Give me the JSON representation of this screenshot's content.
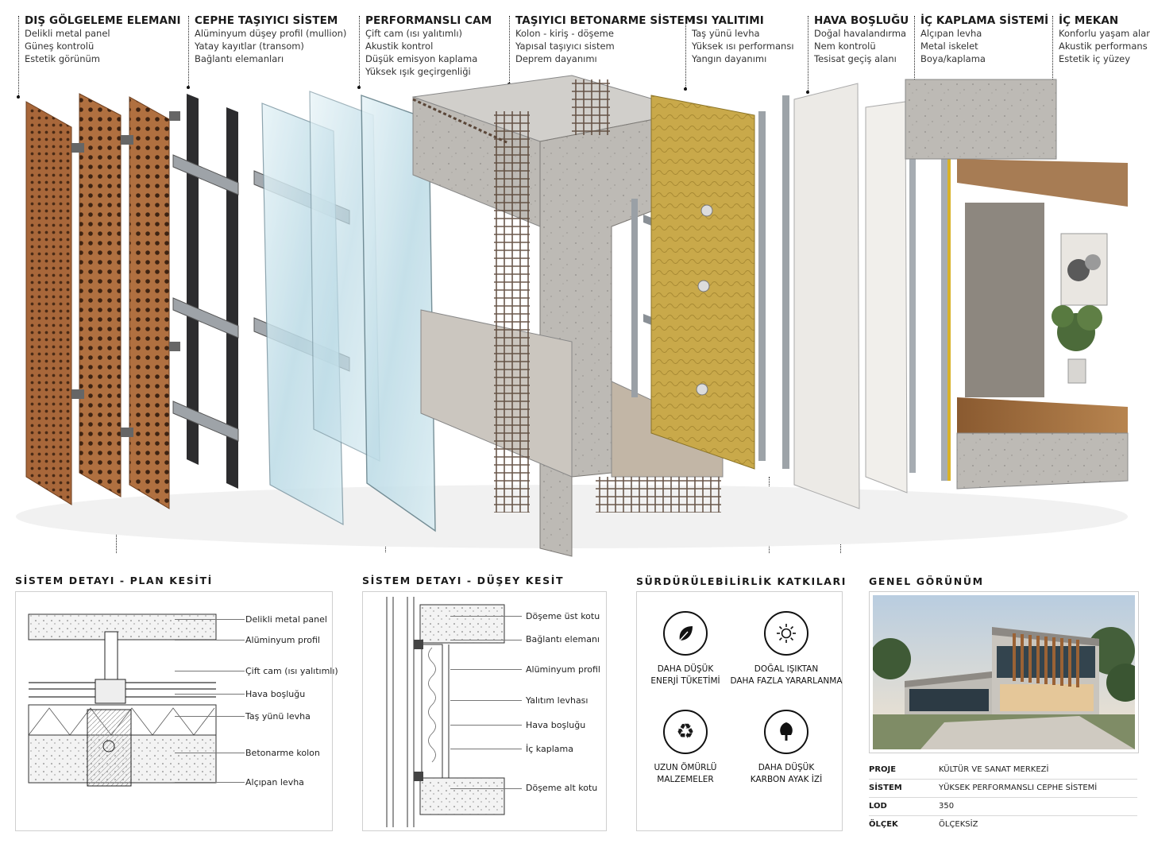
{
  "layers": [
    {
      "title": "DIŞ GÖLGELEME ELEMANI",
      "lines": [
        "Delikli metal panel",
        "Güneş kontrolü",
        "Estetik görünüm"
      ]
    },
    {
      "title": "CEPHE TAŞIYICI SİSTEM",
      "lines": [
        "Alüminyum düşey profil (mullion)",
        "Yatay kayıtlar (transom)",
        "Bağlantı elemanları"
      ]
    },
    {
      "title": "PERFORMANSLI CAM",
      "lines": [
        "Çift cam (ısı yalıtımlı)",
        "Akustik kontrol",
        "Düşük emisyon kaplama",
        "Yüksek ışık geçirgenliği"
      ]
    },
    {
      "title": "TAŞIYICI BETONARME SİSTEM",
      "lines": [
        "Kolon - kiriş - döşeme",
        "Yapısal taşıyıcı sistem",
        "Deprem dayanımı"
      ]
    },
    {
      "title": "ISI YALITIMI",
      "lines": [
        "Taş yünü levha",
        "Yüksek ısı performansı",
        "Yangın dayanımı"
      ]
    },
    {
      "title": "HAVA BOŞLUĞU",
      "lines": [
        "Doğal havalandırma",
        "Nem kontrolü",
        "Tesisat geçiş alanı"
      ]
    },
    {
      "title": "İÇ KAPLAMA SİSTEMİ",
      "lines": [
        "Alçıpan levha",
        "Metal iskelet",
        "Boya/kaplama"
      ]
    },
    {
      "title": "İÇ MEKAN",
      "lines": [
        "Konforlu yaşam alanı",
        "Akustik performans",
        "Estetik iç yüzey"
      ]
    }
  ],
  "plan_section": {
    "title": "SİSTEM DETAYI - PLAN KESİTİ",
    "labels": [
      "Delikli metal panel",
      "Alüminyum profil",
      "Çift cam (ısı yalıtımlı)",
      "Hava boşluğu",
      "Taş yünü levha",
      "Betonarme kolon",
      "Alçıpan levha"
    ]
  },
  "vertical_section": {
    "title": "SİSTEM DETAYI - DÜŞEY KESİT",
    "labels": [
      "Döşeme üst kotu",
      "Bağlantı elemanı",
      "Alüminyum profil",
      "Yalıtım levhası",
      "Hava boşluğu",
      "İç kaplama",
      "Döşeme alt kotu"
    ]
  },
  "sustainability": {
    "title": "SÜRDÜRÜLEBİLİRLİK KATKILARI",
    "items": [
      {
        "icon": "leaf-icon",
        "line1": "DAHA DÜŞÜK",
        "line2": "ENERJİ TÜKETİMİ"
      },
      {
        "icon": "sun-icon",
        "line1": "DOĞAL IŞIKTAN",
        "line2": "DAHA FAZLA YARARLANMA"
      },
      {
        "icon": "recycle-icon",
        "line1": "UZUN ÖMÜRLÜ",
        "line2": "MALZEMELER"
      },
      {
        "icon": "tree-icon",
        "line1": "DAHA DÜŞÜK",
        "line2": "KARBON AYAK İZİ"
      }
    ]
  },
  "overview": {
    "title": "GENEL GÖRÜNÜM",
    "rows": [
      {
        "key": "PROJE",
        "value": "KÜLTÜR VE SANAT MERKEZİ"
      },
      {
        "key": "SİSTEM",
        "value": "YÜKSEK PERFORMANSLI CEPHE SİSTEMİ"
      },
      {
        "key": "LOD",
        "value": "350"
      },
      {
        "key": "ÖLÇEK",
        "value": "ÖLÇEKSİZ"
      }
    ]
  },
  "colors": {
    "accent": "#111111",
    "copper": "#a8673a",
    "concrete": "#b9b6b1",
    "insulation": "#c9a94a",
    "glass": "#cfe6ee",
    "wood": "#9a6a3e"
  }
}
